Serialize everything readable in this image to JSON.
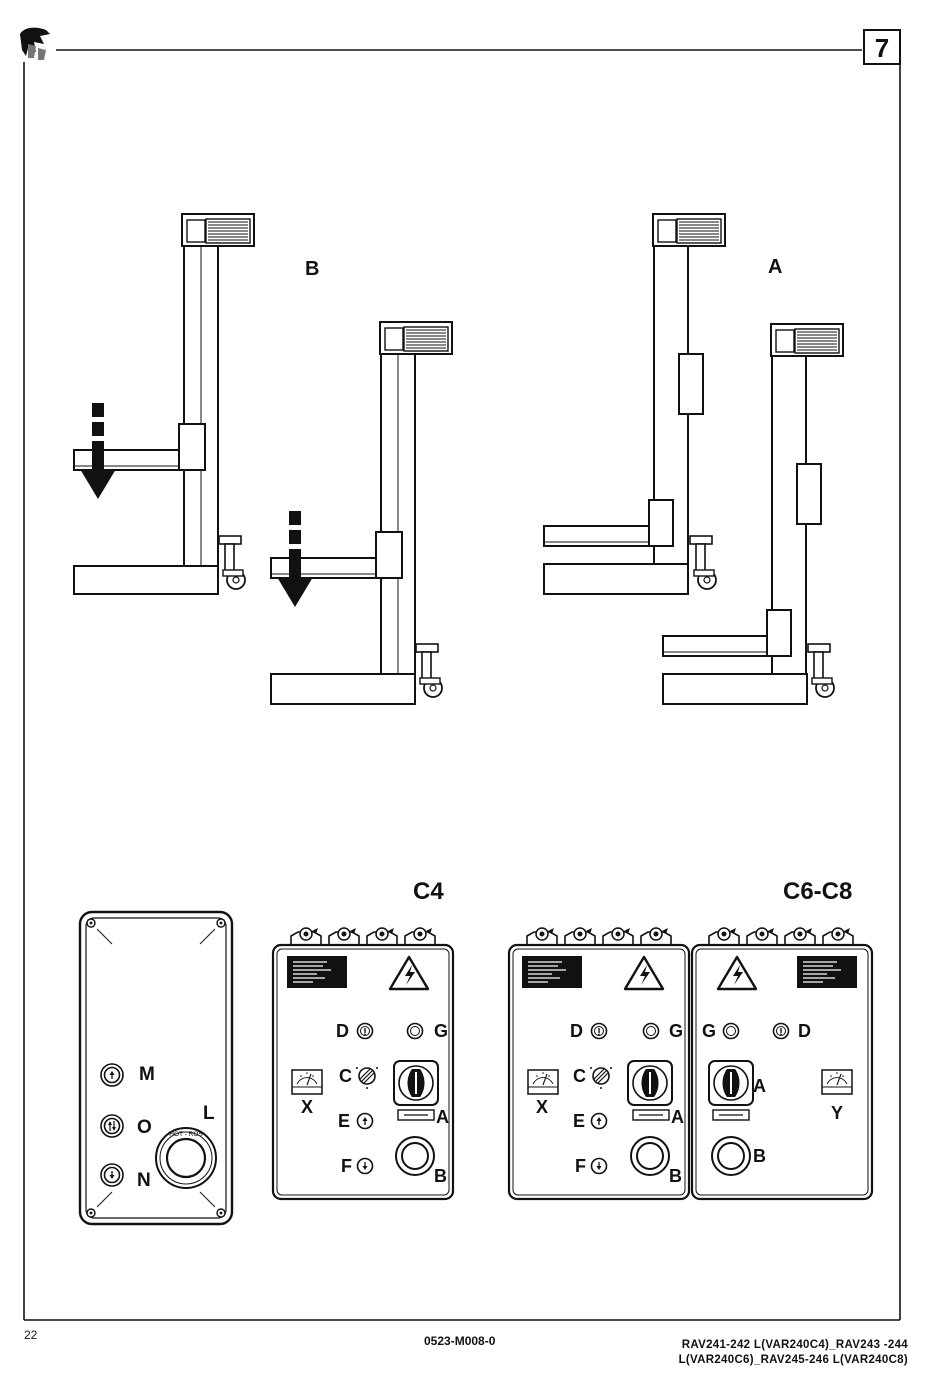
{
  "header": {
    "logo_icon": "brand-logo-icon",
    "section_number": "7"
  },
  "figure_top": {
    "label_b": "B",
    "label_a": "A"
  },
  "remote": {
    "labels": {
      "m": "M",
      "o": "O",
      "n": "N",
      "l": "L"
    },
    "knob_ring_text": "HOT - ROS"
  },
  "panel_c4": {
    "title": "C4",
    "labels": {
      "d": "D",
      "g": "G",
      "c": "C",
      "x": "X",
      "e": "E",
      "a": "A",
      "f": "F",
      "b": "B"
    }
  },
  "panel_c6c8": {
    "title": "C6-C8",
    "left_labels": {
      "d": "D",
      "g": "G",
      "c": "C",
      "x": "X",
      "e": "E",
      "a": "A",
      "f": "F",
      "b": "B"
    },
    "right_labels": {
      "g": "G",
      "d": "D",
      "a": "A",
      "y": "Y",
      "b": "B"
    }
  },
  "footer": {
    "page_number": "22",
    "document_code": "0523-M008-0",
    "model_reference_line1": "RAV241-242 L(VAR240C4)_RAV243 -244",
    "model_reference_line2": "L(VAR240C6)_RAV245-246 L(VAR240C8)"
  }
}
